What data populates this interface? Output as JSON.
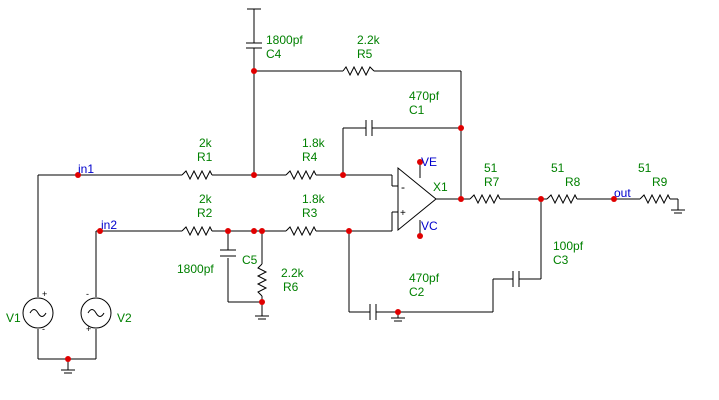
{
  "components": {
    "R1": {
      "ref": "R1",
      "value": "2k"
    },
    "R2": {
      "ref": "R2",
      "value": "2k"
    },
    "R3": {
      "ref": "R3",
      "value": "1.8k"
    },
    "R4": {
      "ref": "R4",
      "value": "1.8k"
    },
    "R5": {
      "ref": "R5",
      "value": "2.2k"
    },
    "R6": {
      "ref": "R6",
      "value": "2.2k"
    },
    "R7": {
      "ref": "R7",
      "value": "51"
    },
    "R8": {
      "ref": "R8",
      "value": "51"
    },
    "R9": {
      "ref": "R9",
      "value": "51"
    },
    "C1": {
      "ref": "C1",
      "value": "470pf"
    },
    "C2": {
      "ref": "C2",
      "value": "470pf"
    },
    "C3": {
      "ref": "C3",
      "value": "100pf"
    },
    "C4": {
      "ref": "C4",
      "value": "1800pf"
    },
    "C5": {
      "ref": "C5",
      "value": "1800pf"
    },
    "X1": {
      "ref": "X1",
      "pin_ve": "VE",
      "pin_vc": "VC",
      "minus": "-",
      "plus": "+"
    },
    "V1": {
      "ref": "V1",
      "plus": "+",
      "minus": "-"
    },
    "V2": {
      "ref": "V2",
      "plus": "+",
      "minus": "-"
    }
  },
  "nets": {
    "in1": "in1",
    "in2": "in2",
    "out": "out"
  }
}
